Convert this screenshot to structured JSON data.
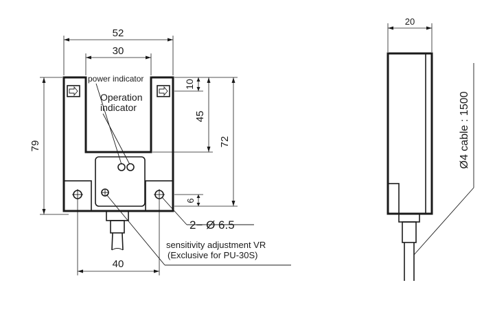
{
  "front_view": {
    "dims": {
      "width_total": "52",
      "slot_width": "30",
      "height_total": "79",
      "slot_top_offset": "10",
      "slot_depth": "45",
      "height_to_hole_line": "72",
      "hole_offset": "6",
      "hole_spacing": "40",
      "hole_callout": "2− Ø 6.5"
    },
    "labels": {
      "power_indicator": "power indicator",
      "operation_indicator_line1": "Operation",
      "operation_indicator_line2": "indicator",
      "sensitivity_line1": "sensitivity adjustment VR",
      "sensitivity_line2": "(Exclusive for PU-30S)"
    }
  },
  "side_view": {
    "dims": {
      "thickness": "20"
    },
    "cable_label": "Ø4 cable : 1500"
  }
}
